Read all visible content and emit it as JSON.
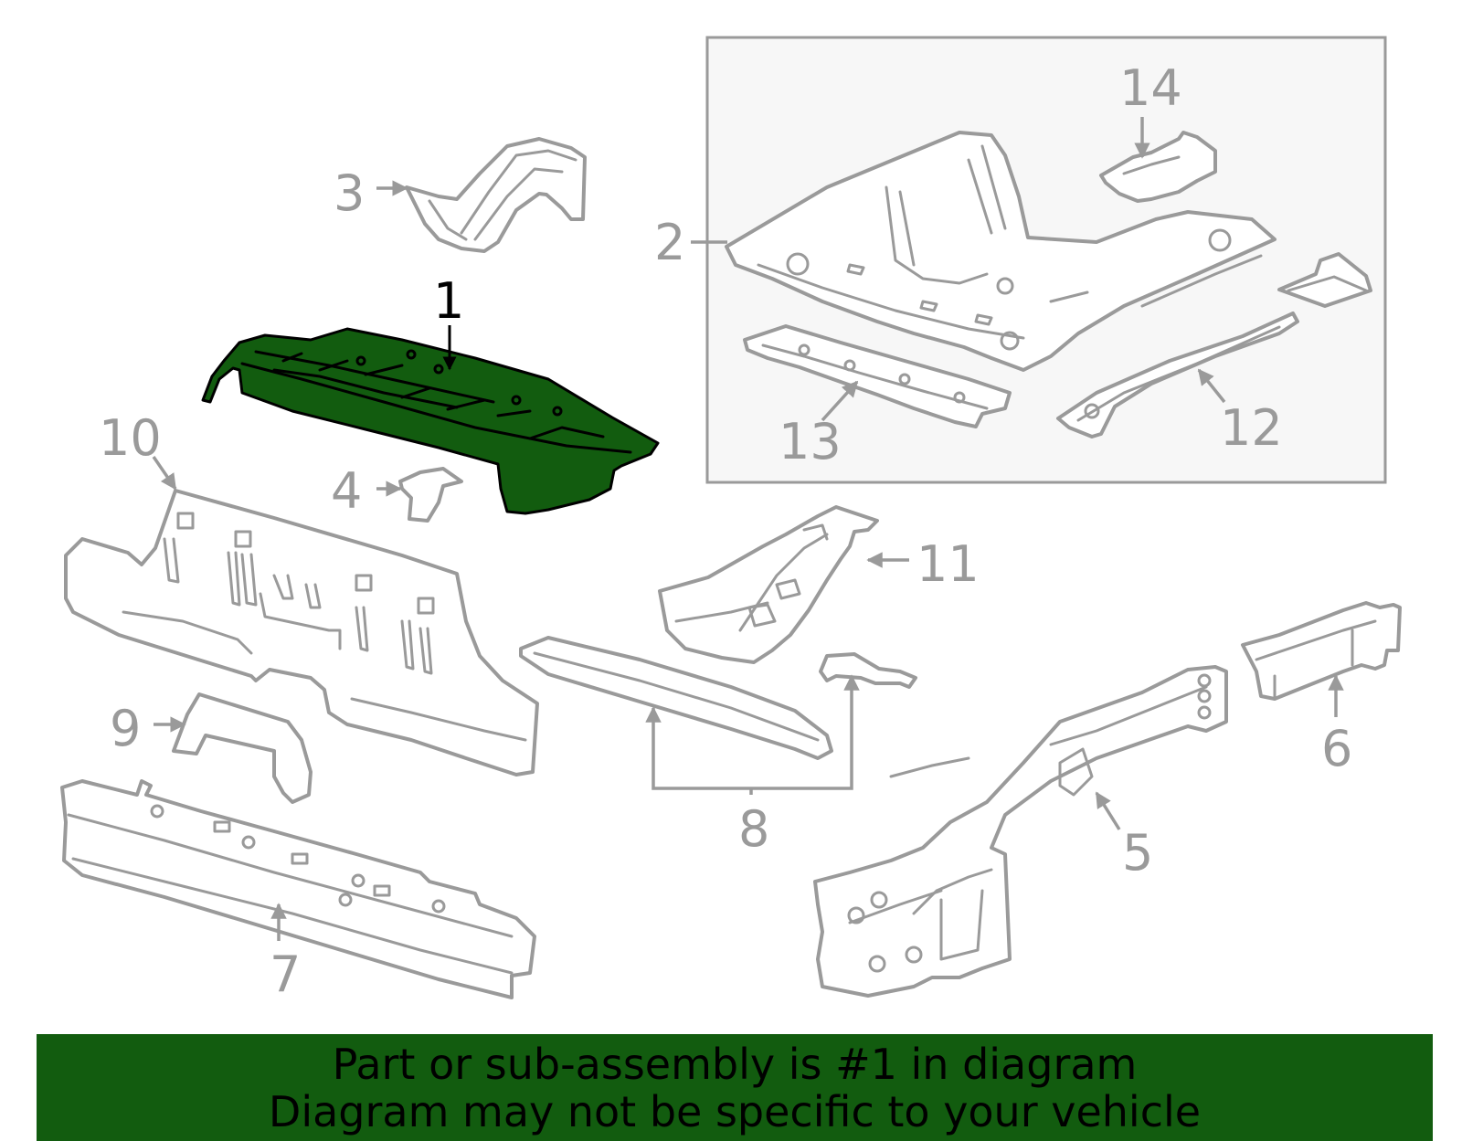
{
  "colors": {
    "highlight": "#125c0f",
    "line": "#9a9a9a",
    "inset_background": "#f7f7f7",
    "banner_background": "#125c0f",
    "banner_text": "#000000"
  },
  "callouts": {
    "c1": "1",
    "c2": "2",
    "c3": "3",
    "c4": "4",
    "c5": "5",
    "c6": "6",
    "c7": "7",
    "c8": "8",
    "c9": "9",
    "c10": "10",
    "c11": "11",
    "c12": "12",
    "c13": "13",
    "c14": "14"
  },
  "banner": {
    "line1": "Part or sub-assembly is #1 in diagram",
    "line2": "Diagram may not be specific to your vehicle"
  }
}
